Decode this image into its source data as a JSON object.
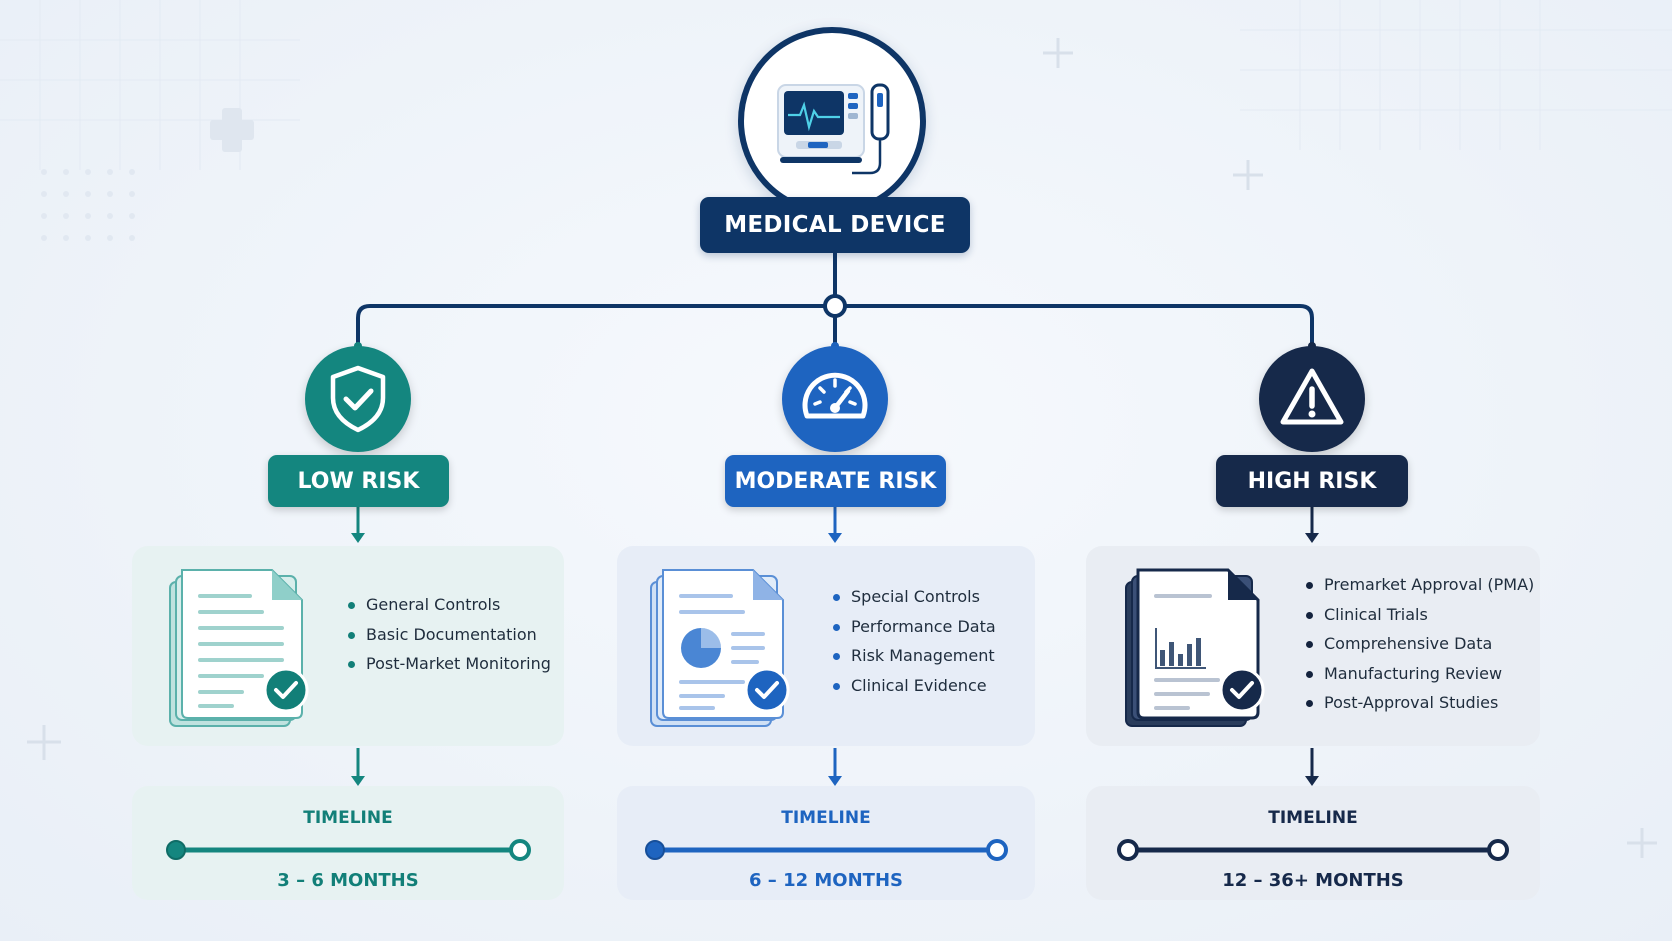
{
  "root": {
    "label": "MEDICAL DEVICE",
    "icon": "medical-monitor-icon"
  },
  "colors": {
    "navy": "#0e3566",
    "teal": "#14867f",
    "blue": "#1e64c0",
    "dark": "#16294a"
  },
  "tiers": [
    {
      "label": "LOW RISK",
      "icon": "shield-check-icon",
      "items": [
        "General Controls",
        "Basic Documentation",
        "Post-Market Monitoring"
      ],
      "timeline_label": "TIMELINE",
      "timeline_value": "3 – 6 MONTHS"
    },
    {
      "label": "MODERATE RISK",
      "icon": "speedometer-icon",
      "items": [
        "Special Controls",
        "Performance Data",
        "Risk Management",
        "Clinical Evidence"
      ],
      "timeline_label": "TIMELINE",
      "timeline_value": "6 – 12 MONTHS"
    },
    {
      "label": "HIGH RISK",
      "icon": "warning-triangle-icon",
      "items": [
        "Premarket Approval (PMA)",
        "Clinical Trials",
        "Comprehensive Data",
        "Manufacturing Review",
        "Post-Approval Studies"
      ],
      "timeline_label": "TIMELINE",
      "timeline_value": "12 – 36+ MONTHS"
    }
  ]
}
